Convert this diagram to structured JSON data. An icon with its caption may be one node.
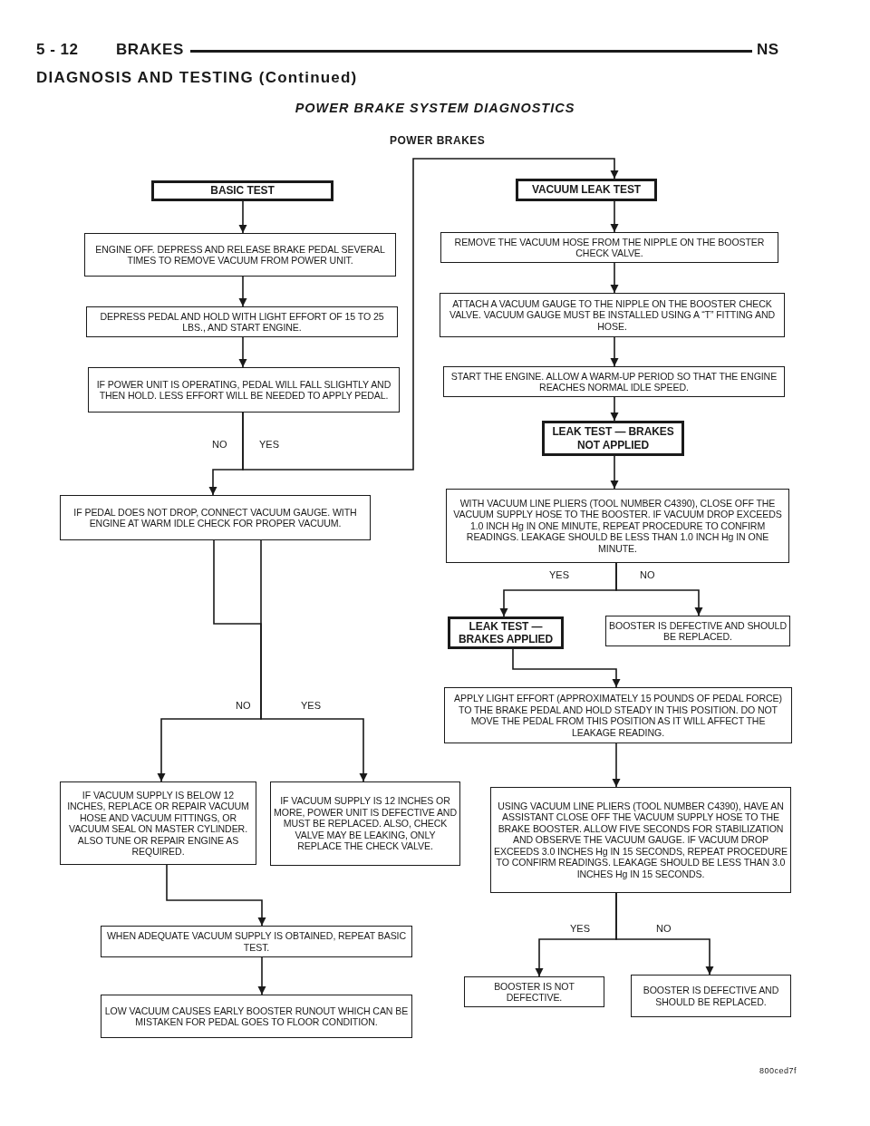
{
  "diagram": {
    "title": "POWER BRAKE SYSTEM DIAGNOSTICS",
    "nodes": [
      {
        "text": [
          "BASIC TEST"
        ]
      },
      {
        "text": [
          "ENGINE OFF. DEPRESS AND RELEASE BRAKE PEDAL SEVERAL TIMES TO REMOVE VACUUM FROM POWER UNIT."
        ]
      },
      {
        "text": [
          "DEPRESS PEDAL AND HOLD WITH LIGHT EFFORT OF 15 TO 25 LBS., AND START ENGINE."
        ]
      },
      {
        "text": [
          "IF POWER UNIT IS OPERATING, PEDAL WILL FALL SLIGHTLY AND THEN HOLD. LESS EFFORT WILL BE NEEDED TO APPLY PEDAL."
        ]
      },
      {
        "text": [
          "IF PEDAL DOES NOT DROP, CONNECT VACUUM GAUGE. WITH ENGINE AT WARM IDLE CHECK FOR PROPER VACUUM."
        ]
      },
      {
        "text": [
          "IF VACUUM SUPPLY IS BELOW 12 INCHES, REPLACE OR REPAIR VACUUM HOSE AND VACUUM FITTINGS, OR VACUUM SEAL ON MASTER CYLINDER. ALSO TUNE OR REPAIR ENGINE AS REQUIRED."
        ]
      },
      {
        "text": [
          "IF VACUUM SUPPLY IS 12 INCHES OR MORE, POWER UNIT IS DEFECTIVE AND MUST BE REPLACED. ALSO, CHECK VALVE MAY BE LEAKING, ONLY REPLACE THE CHECK VALVE."
        ]
      },
      {
        "text": [
          "WHEN ADEQUATE VACUUM SUPPLY IS OBTAINED, REPEAT BASIC TEST."
        ]
      },
      {
        "text": [
          "LOW VACUUM CAUSES EARLY BOOSTER RUNOUT WHICH CAN BE MISTAKEN FOR PEDAL GOES TO FLOOR CONDITION."
        ]
      },
      {
        "text": [
          "VACUUM LEAK TEST"
        ]
      },
      {
        "text": [
          "REMOVE THE VACUUM HOSE FROM THE NIPPLE ON THE BOOSTER CHECK VALVE."
        ]
      },
      {
        "text": [
          "ATTACH A VACUUM GAUGE TO THE NIPPLE ON THE BOOSTER CHECK VALVE. VACUUM GAUGE MUST BE INSTALLED USING A “T” FITTING AND HOSE."
        ]
      },
      {
        "text": [
          "START THE ENGINE. ALLOW A WARM-UP PERIOD SO THAT THE ENGINE REACHES NORMAL IDLE SPEED."
        ]
      },
      {
        "text": [
          "LEAK TEST — BRAKES NOT APPLIED"
        ]
      },
      {
        "text": [
          "WITH VACUUM LINE PLIERS (TOOL NUMBER C4390), CLOSE OFF THE VACUUM SUPPLY HOSE TO THE BOOSTER. IF VACUUM DROP EXCEEDS 1.0 INCH Hg IN ONE MINUTE, REPEAT PROCEDURE TO CONFIRM READINGS. LEAKAGE SHOULD BE LESS THAN 1.0 INCH Hg IN ONE MINUTE."
        ]
      },
      {
        "text": [
          "LEAK TEST — BRAKES APPLIED"
        ]
      },
      {
        "text": [
          "BOOSTER IS DEFECTIVE AND SHOULD BE REPLACED."
        ]
      },
      {
        "text": [
          "APPLY LIGHT EFFORT (APPROXIMATELY 15 POUNDS OF PEDAL FORCE) TO THE BRAKE PEDAL AND HOLD STEADY IN THIS POSITION. DO NOT MOVE THE PEDAL FROM THIS POSITION AS IT WILL AFFECT THE LEAKAGE READING."
        ]
      },
      {
        "text": [
          "USING VACUUM LINE PLIERS (TOOL NUMBER C4390), HAVE AN ASSISTANT CLOSE OFF THE VACUUM SUPPLY HOSE TO THE BRAKE BOOSTER. ALLOW FIVE SECONDS FOR STABILIZATION AND OBSERVE THE VACUUM GAUGE. IF VACUUM DROP EXCEEDS 3.0 INCHES Hg IN 15 SECONDS, REPEAT PROCEDURE TO CONFIRM READINGS. LEAKAGE SHOULD BE LESS THAN 3.0 INCHES Hg IN 15 SECONDS."
        ]
      },
      {
        "text": [
          "BOOSTER IS NOT DEFECTIVE."
        ]
      },
      {
        "text": [
          "BOOSTER IS DEFECTIVE AND SHOULD BE REPLACED."
        ]
      }
    ],
    "edges": [
      {
        "from": 0,
        "to": 1,
        "arrow": "to"
      },
      {
        "from": 1,
        "to": 2,
        "arrow": "to"
      },
      {
        "from": 2,
        "to": 3,
        "arrow": "to"
      },
      {
        "from": 3,
        "to": 4,
        "arrow": "to",
        "label": "NO"
      },
      {
        "from": 3,
        "to": 9,
        "arrow": "to",
        "label": "YES"
      },
      {
        "from": 4,
        "to": 5,
        "arrow": "to",
        "label": "NO"
      },
      {
        "from": 4,
        "to": 6,
        "arrow": "to",
        "label": "YES"
      },
      {
        "from": 5,
        "to": 7,
        "arrow": "to"
      },
      {
        "from": 7,
        "to": 8,
        "arrow": "to"
      },
      {
        "from": 9,
        "to": 10,
        "arrow": "to"
      },
      {
        "from": 10,
        "to": 11,
        "arrow": "to"
      },
      {
        "from": 11,
        "to": 12,
        "arrow": "to"
      },
      {
        "from": 12,
        "to": 13,
        "arrow": "to"
      },
      {
        "from": 13,
        "to": 14,
        "arrow": "to"
      },
      {
        "from": 14,
        "to": 15,
        "arrow": "to",
        "label": "YES"
      },
      {
        "from": 14,
        "to": 16,
        "arrow": "to",
        "label": "NO"
      },
      {
        "from": 15,
        "to": 17,
        "arrow": "to"
      },
      {
        "from": 17,
        "to": 18,
        "arrow": "to"
      },
      {
        "from": 18,
        "to": 19,
        "arrow": "to",
        "label": "YES"
      },
      {
        "from": 18,
        "to": 20,
        "arrow": "to",
        "label": "NO"
      }
    ],
    "labels": [
      "5 - 12",
      "BRAKES",
      "NS",
      "DIAGNOSIS AND TESTING (Continued)",
      "POWER BRAKES",
      "800ced7f"
    ]
  }
}
